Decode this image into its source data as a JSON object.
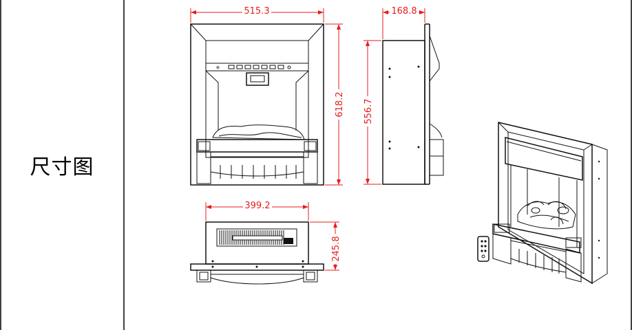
{
  "section_label": "尺寸图",
  "dimensions": {
    "front_width": "515.3",
    "front_height": "618.2",
    "side_depth": "168.8",
    "side_height": "556.7",
    "top_width": "399.2",
    "top_depth": "245.8"
  },
  "colors": {
    "dimension_line": "#e41e1e",
    "drawing_line": "#111111",
    "border": "#000000"
  }
}
